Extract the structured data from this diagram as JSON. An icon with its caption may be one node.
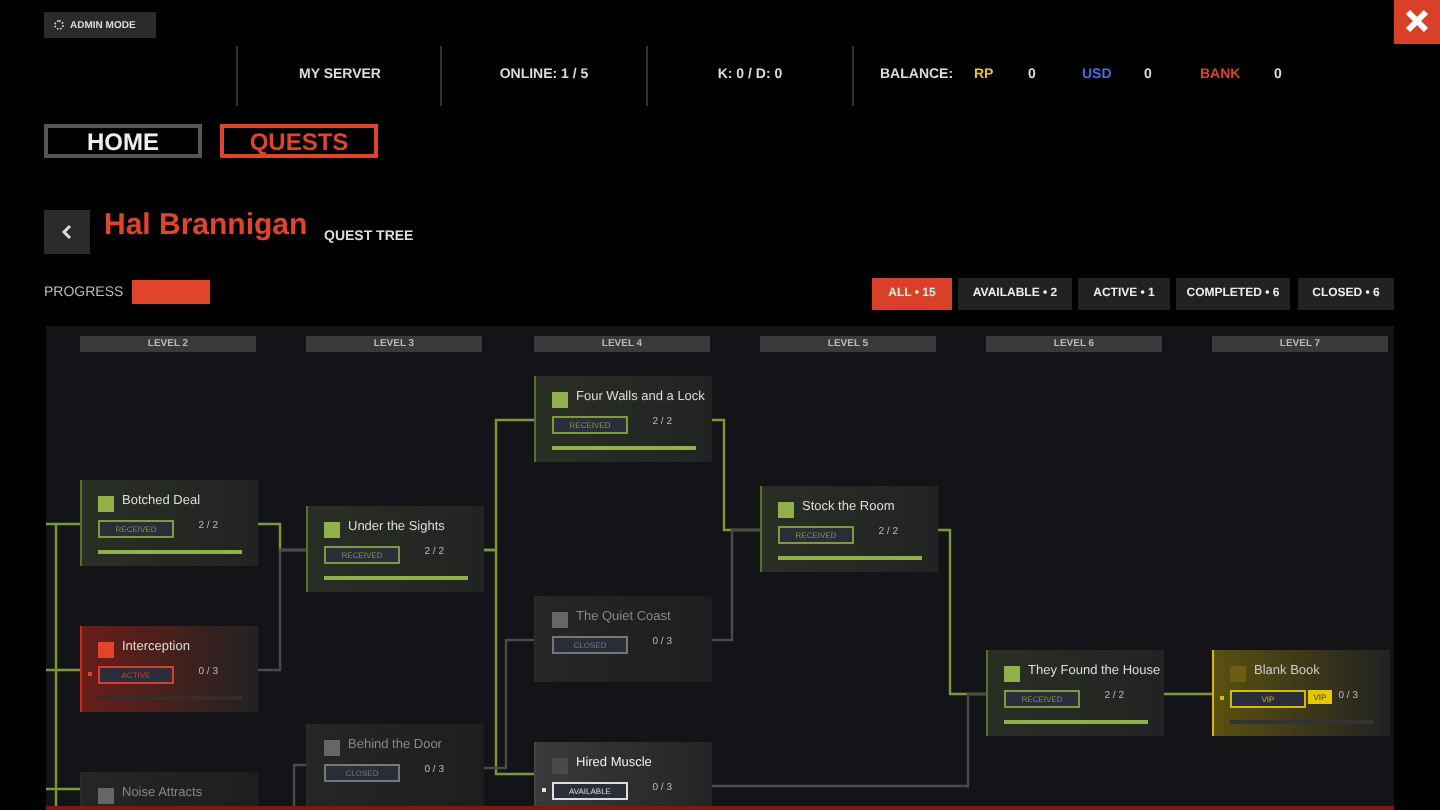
{
  "diagram": {
    "title": "Hal Brannigan",
    "nodes": [
      {
        "text": [
          "Botched Deal",
          "RECEIVED",
          "2 / 2"
        ]
      },
      {
        "text": [
          "Interception",
          "ACTIVE",
          "0 / 3"
        ]
      },
      {
        "text": [
          "Noise Attracts"
        ]
      },
      {
        "text": [
          "Under the Sights",
          "RECEIVED",
          "2 / 2"
        ]
      },
      {
        "text": [
          "Behind the Door",
          "CLOSED",
          "0 / 3"
        ]
      },
      {
        "text": [
          "Four Walls and a Lock",
          "RECEIVED",
          "2 / 2"
        ]
      },
      {
        "text": [
          "The Quiet Coast",
          "CLOSED",
          "0 / 3"
        ]
      },
      {
        "text": [
          "Hired Muscle",
          "AVAILABLE",
          "0 / 3"
        ]
      },
      {
        "text": [
          "Stock the Room",
          "RECEIVED",
          "2 / 2"
        ]
      },
      {
        "text": [
          "They Found the House",
          "RECEIVED",
          "2 / 2"
        ]
      },
      {
        "text": [
          "Blank Book",
          "VIP",
          "VIP",
          "0 / 3"
        ]
      }
    ],
    "edges": [
      {
        "from": null,
        "to": 0,
        "arrow": "none"
      },
      {
        "from": null,
        "to": 1,
        "arrow": "none"
      },
      {
        "from": null,
        "to": 2,
        "arrow": "none"
      },
      {
        "from": 0,
        "to": 3,
        "arrow": "none"
      },
      {
        "from": 1,
        "to": 3,
        "arrow": "none",
        "color": "#4a4a4a"
      },
      {
        "from": 2,
        "to": 4,
        "arrow": "none",
        "color": "#4a4a4a"
      },
      {
        "from": 3,
        "to": 5,
        "arrow": "none"
      },
      {
        "from": 3,
        "to": 7,
        "arrow": "none"
      },
      {
        "from": 4,
        "to": 6,
        "arrow": "none",
        "color": "#4a4a4a"
      },
      {
        "from": 5,
        "to": 8,
        "arrow": "none"
      },
      {
        "from": 6,
        "to": 8,
        "arrow": "none",
        "color": "#4a4a4a"
      },
      {
        "from": 8,
        "to": 9,
        "arrow": "none"
      },
      {
        "from": 7,
        "to": 9,
        "arrow": "none",
        "color": "#4a4a4a"
      },
      {
        "from": 9,
        "to": 10,
        "arrow": "none"
      }
    ],
    "labels": [
      "ADMIN MODE",
      "MY SERVER",
      "ONLINE: 1 / 5",
      "K: 0 / D: 0",
      "BALANCE:",
      "RP",
      "0",
      "USD",
      "0",
      "BANK",
      "0",
      "HOME",
      "QUESTS",
      "QUEST TREE",
      "PROGRESS",
      "ALL • 15",
      "AVAILABLE • 2",
      "ACTIVE • 1",
      "COMPLETED • 6",
      "CLOSED • 6",
      "LEVEL 2",
      "LEVEL 3",
      "LEVEL 4",
      "LEVEL 5",
      "LEVEL 6",
      "LEVEL 7"
    ]
  }
}
